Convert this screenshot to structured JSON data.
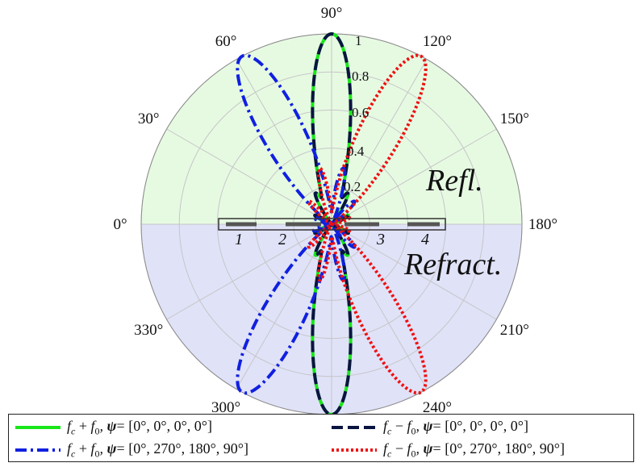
{
  "chart_data": {
    "type": "polar-line",
    "angle_unit": "degrees",
    "angular_ticks": [
      "0°",
      "30°",
      "60°",
      "90°",
      "120°",
      "150°",
      "180°",
      "210°",
      "240°",
      "300°",
      "330°"
    ],
    "angular_tick_values": [
      0,
      30,
      60,
      90,
      120,
      150,
      180,
      210,
      240,
      300,
      330
    ],
    "radial_ticks": [
      "1",
      "0.8",
      "0.6",
      "0.4",
      "0.2"
    ],
    "radial_tick_values": [
      1,
      0.8,
      0.6,
      0.4,
      0.2
    ],
    "rlim": [
      0,
      1
    ],
    "grid": true,
    "regions": [
      {
        "label": "Refl.",
        "range_deg": [
          0,
          180
        ],
        "color": "#e6fae2"
      },
      {
        "label": "Refract.",
        "range_deg": [
          180,
          360
        ],
        "color": "#e0e2f8"
      }
    ],
    "antenna_elements": [
      "1",
      "2",
      "3",
      "4"
    ],
    "legend_position": "bottom",
    "series": [
      {
        "name": "f_c + f_0, ψ = [0°, 0°, 0°, 0°]",
        "color": "#19e619",
        "dash": "solid",
        "lobes": [
          {
            "angle": 90,
            "peak": 1.0,
            "width": 9.5
          },
          {
            "angle": 270,
            "peak": 1.0,
            "width": 9.5
          },
          {
            "angle": 62,
            "peak": 0.17,
            "width": 5
          },
          {
            "angle": 118,
            "peak": 0.17,
            "width": 5
          },
          {
            "angle": 242,
            "peak": 0.17,
            "width": 5
          },
          {
            "angle": 298,
            "peak": 0.17,
            "width": 5
          },
          {
            "angle": 28,
            "peak": 0.1,
            "width": 5
          },
          {
            "angle": 152,
            "peak": 0.1,
            "width": 5
          },
          {
            "angle": 208,
            "peak": 0.1,
            "width": 5
          },
          {
            "angle": 332,
            "peak": 0.1,
            "width": 5
          }
        ]
      },
      {
        "name": "f_c − f_0, ψ = [0°, 0°, 0°, 0°]",
        "color": "#0a1440",
        "dash": "dashed",
        "lobes": [
          {
            "angle": 90,
            "peak": 1.0,
            "width": 9.5
          },
          {
            "angle": 270,
            "peak": 1.0,
            "width": 9.5
          },
          {
            "angle": 62,
            "peak": 0.17,
            "width": 5
          },
          {
            "angle": 118,
            "peak": 0.17,
            "width": 5
          },
          {
            "angle": 242,
            "peak": 0.17,
            "width": 5
          },
          {
            "angle": 298,
            "peak": 0.17,
            "width": 5
          },
          {
            "angle": 28,
            "peak": 0.1,
            "width": 5
          },
          {
            "angle": 152,
            "peak": 0.1,
            "width": 5
          },
          {
            "angle": 208,
            "peak": 0.1,
            "width": 5
          },
          {
            "angle": 332,
            "peak": 0.1,
            "width": 5
          }
        ]
      },
      {
        "name": "f_c + f_0, ψ = [0°, 270°, 180°, 90°]",
        "color": "#1020e0",
        "dash": "dashdot",
        "lobes": [
          {
            "angle": 62,
            "peak": 1.0,
            "width": 10.5
          },
          {
            "angle": 298,
            "peak": 1.0,
            "width": 10.5
          },
          {
            "angle": 102,
            "peak": 0.3,
            "width": 6
          },
          {
            "angle": 258,
            "peak": 0.3,
            "width": 6
          },
          {
            "angle": 135,
            "peak": 0.17,
            "width": 6
          },
          {
            "angle": 225,
            "peak": 0.17,
            "width": 6
          },
          {
            "angle": 20,
            "peak": 0.1,
            "width": 6
          },
          {
            "angle": 340,
            "peak": 0.1,
            "width": 6
          }
        ]
      },
      {
        "name": "f_c − f_0, ψ = [0°, 270°, 180°, 90°]",
        "color": "#f01010",
        "dash": "dotted",
        "lobes": [
          {
            "angle": 118,
            "peak": 1.0,
            "width": 10.5
          },
          {
            "angle": 242,
            "peak": 1.0,
            "width": 10.5
          },
          {
            "angle": 78,
            "peak": 0.3,
            "width": 6
          },
          {
            "angle": 282,
            "peak": 0.3,
            "width": 6
          },
          {
            "angle": 45,
            "peak": 0.17,
            "width": 6
          },
          {
            "angle": 315,
            "peak": 0.17,
            "width": 6
          },
          {
            "angle": 160,
            "peak": 0.1,
            "width": 6
          },
          {
            "angle": 200,
            "peak": 0.1,
            "width": 6
          }
        ]
      }
    ]
  },
  "legend": [
    {
      "fc": "f",
      "sub": "c",
      "op": " + ",
      "f0": "f",
      "sub0": "0",
      "psi": "[0°, 0°, 0°, 0°]"
    },
    {
      "fc": "f",
      "sub": "c",
      "op": " − ",
      "f0": "f",
      "sub0": "0",
      "psi": "[0°, 0°, 0°, 0°]"
    },
    {
      "fc": "f",
      "sub": "c",
      "op": " + ",
      "f0": "f",
      "sub0": "0",
      "psi": "[0°, 270°, 180°, 90°]"
    },
    {
      "fc": "f",
      "sub": "c",
      "op": " − ",
      "f0": "f",
      "sub0": "0",
      "psi": "[0°, 270°, 180°, 90°]"
    }
  ],
  "legend_psi_symbol": "ψ",
  "legend_eq": "= "
}
